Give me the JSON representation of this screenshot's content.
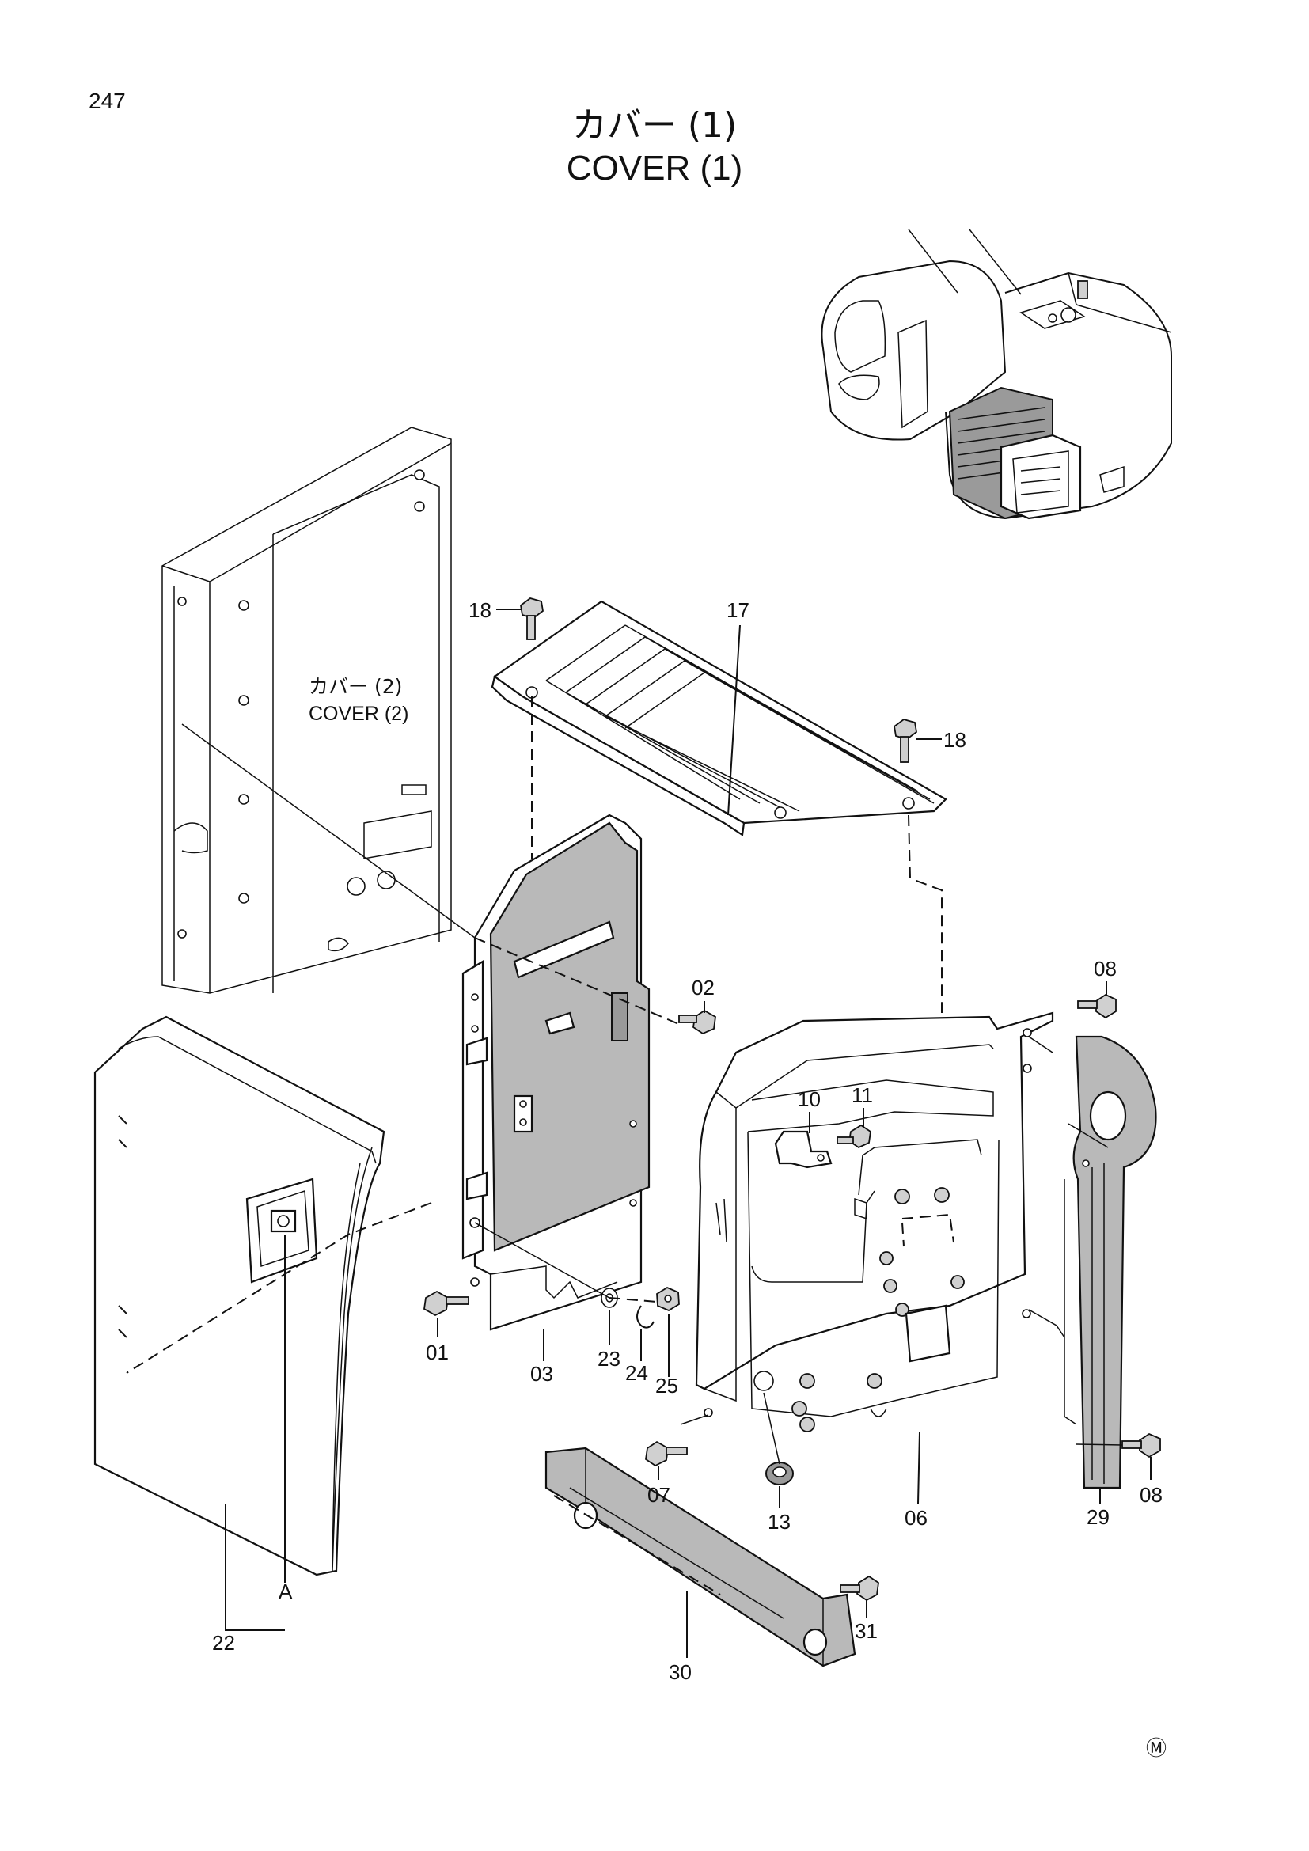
{
  "page": {
    "number": "247",
    "title_jp": "カバー (1)",
    "title_en": "COVER (1)",
    "mark": "Ⓜ"
  },
  "diagram": {
    "reference": {
      "label_jp": "カバー (2)",
      "label_en": "COVER (2)"
    },
    "callouts": {
      "c01": "01",
      "c02": "02",
      "c03": "03",
      "c06": "06",
      "c07": "07",
      "c08_top": "08",
      "c08_bottom": "08",
      "c10": "10",
      "c11": "11",
      "c13": "13",
      "c17": "17",
      "c18_left": "18",
      "c18_right": "18",
      "c22": "22",
      "c23": "23",
      "c24": "24",
      "c25": "25",
      "c29": "29",
      "c30": "30",
      "c31": "31",
      "cA": "A"
    }
  }
}
